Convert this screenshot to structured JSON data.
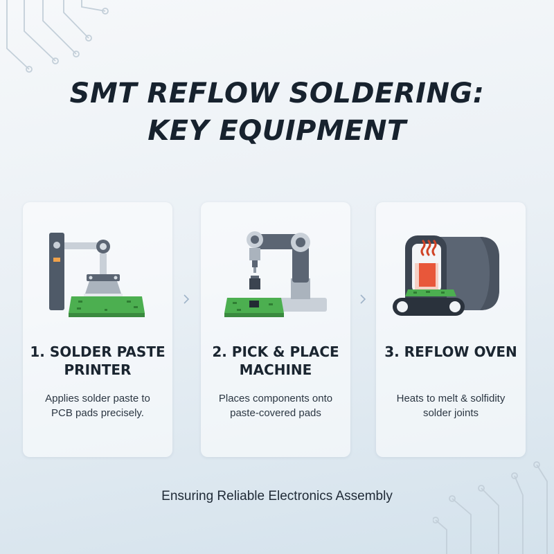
{
  "header": {
    "title_line1": "SMT REFLOW SOLDERING:",
    "title_line2": "KEY EQUIPMENT"
  },
  "steps": [
    {
      "title_line1": "1. SOLDER PASTE",
      "title_line2": "PRINTER",
      "desc_line1": "Applies solder paste to",
      "desc_line2": "PCB pads precisely.",
      "icon": "solder-paste-printer-icon"
    },
    {
      "title_line1": "2. PICK & PLACE",
      "title_line2": "MACHINE",
      "desc_line1": "Places components onto",
      "desc_line2": "paste-covered pads",
      "icon": "pick-and-place-robot-icon"
    },
    {
      "title_line1": "3. REFLOW OVEN",
      "title_line2": "",
      "desc_line1": "Heats to melt & solfidity",
      "desc_line2": "solder joints",
      "icon": "reflow-oven-icon"
    }
  ],
  "footer": {
    "text": "Ensuring Reliable Electronics Assembly"
  },
  "colors": {
    "pcb_green": "#4caf50",
    "machine_gray": "#5b6573",
    "heat_orange": "#e8573a",
    "title_dark": "#17222e"
  }
}
